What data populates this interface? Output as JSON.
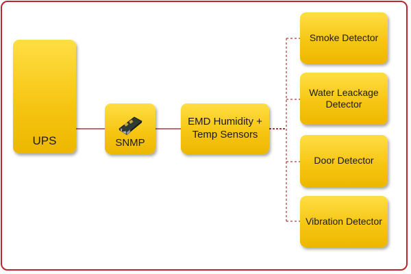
{
  "diagram": {
    "nodes": {
      "ups": {
        "label": "UPS"
      },
      "snmp": {
        "label": "SNMP",
        "icon": "network-card-icon"
      },
      "emd": {
        "label": "EMD Humidity + Temp Sensors"
      },
      "detectors": [
        {
          "label": "Smoke Detector"
        },
        {
          "label": "Water Leackage Detector"
        },
        {
          "label": "Door Detector"
        },
        {
          "label": "Vibration Detector"
        }
      ]
    },
    "edges": [
      {
        "from": "UPS",
        "to": "SNMP",
        "style": "solid"
      },
      {
        "from": "SNMP",
        "to": "EMD Humidity + Temp Sensors",
        "style": "solid"
      },
      {
        "from": "EMD Humidity + Temp Sensors",
        "to": "Smoke Detector",
        "style": "dashed"
      },
      {
        "from": "EMD Humidity + Temp Sensors",
        "to": "Water Leackage Detector",
        "style": "dashed"
      },
      {
        "from": "EMD Humidity + Temp Sensors",
        "to": "Door Detector",
        "style": "dashed"
      },
      {
        "from": "EMD Humidity + Temp Sensors",
        "to": "Vibration Detector",
        "style": "dashed"
      }
    ]
  },
  "colors": {
    "frame": "#b8252b",
    "connector": "#a83a3a",
    "box_fill": "#f6c614"
  }
}
